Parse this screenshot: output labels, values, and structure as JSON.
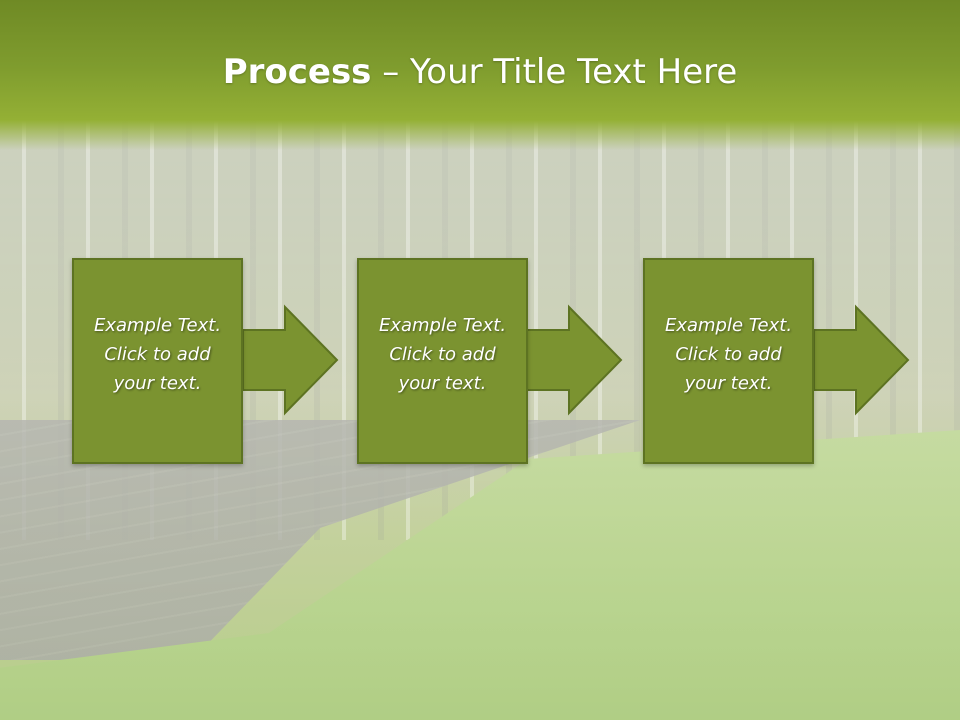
{
  "title": {
    "bold": "Process",
    "rest": " – Your Title Text Here"
  },
  "steps": [
    {
      "lines": [
        "Example Text.",
        "Click  to add",
        "your text."
      ]
    },
    {
      "lines": [
        "Example Text.",
        "Click  to add",
        "your text."
      ]
    },
    {
      "lines": [
        "Example Text.",
        "Click  to add",
        "your text."
      ]
    }
  ],
  "colors": {
    "banner": "#7f9c2e",
    "step_fill": "#7b9330",
    "step_border": "#5d7322",
    "text": "#ffffff"
  }
}
